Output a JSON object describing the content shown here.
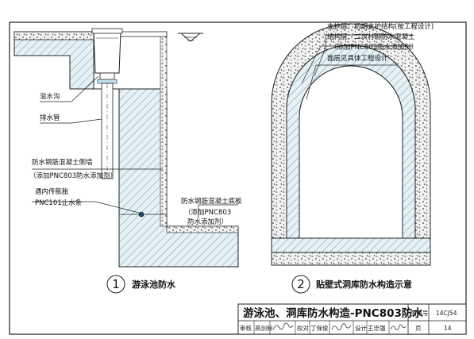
{
  "diagram1": {
    "number": "1",
    "caption": "游泳池防水",
    "labels": {
      "overflow_channel": "溢水沟",
      "drain_pipe": "排水管",
      "side_wall_line1": "防水钢筋混凝土侧墙",
      "side_wall_line2": "（添加PNC803防水添加剂）",
      "waterstop_line1": "遇内传膨胀",
      "waterstop_line2": "PNC101止水条",
      "floor_line1": "防水钢筋混凝土底板",
      "floor_line2": "（添加PNC803",
      "floor_line3": "防水添加剂）"
    }
  },
  "diagram2": {
    "number": "2",
    "caption": "贴壁式洞库防水构造示意",
    "labels": {
      "support_layer": "支护层：初期支护结构(按工程设计)",
      "structure_layer_line1": "结构层：二次衬砌防水混凝土",
      "structure_layer_line2": "（添加PNC803防水添加剂）",
      "surface_layer": "面层见具体工程设计"
    }
  },
  "title_block": {
    "title": "游泳池、洞库防水构造-PNC803防水",
    "atlas_label": "图集号",
    "atlas_value": "14CJ54",
    "review_label": "审核",
    "review_name": "高剑秋",
    "check_label": "校对",
    "check_name": "丁保俊",
    "design_label": "设计",
    "design_name": "王忠强",
    "page_label": "页",
    "page_value": "14"
  }
}
